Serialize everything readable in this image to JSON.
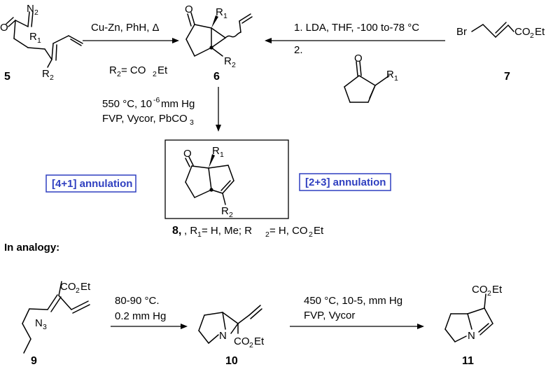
{
  "compounds": {
    "c5": "5",
    "c6": "6",
    "c7": "7",
    "c8": "8,",
    "c9": "9",
    "c10": "10",
    "c11": "11"
  },
  "atoms": {
    "O": "O",
    "N": "N",
    "N2": "N",
    "N2_sub": "2",
    "N3": "N",
    "N3_sub": "3",
    "Br": "Br",
    "R": "R",
    "sub1": "1",
    "sub2": "2",
    "CO2Et_a": "CO",
    "CO2Et_b": "Et",
    "CO2Et_sub": "2"
  },
  "conditions": {
    "step_5_6": "Cu-Zn, PhH, Δ",
    "r2_def_a": "R",
    "r2_def_b": " = CO",
    "r2_def_c": "Et",
    "step_7_6_line1": "1. LDA, THF, -100 to-78 °C",
    "step_7_6_line2": "2.",
    "fvp_line1_a": "550 °C, 10",
    "fvp_line1_exp": "-6",
    "fvp_line1_b": " mm Hg",
    "fvp_line2_a": "FVP, Vycor, PbCO",
    "fvp_line2_sub": "3",
    "step_9_10_line1": "80-90 °C.",
    "step_9_10_line2": "0.2 mm Hg",
    "step_10_11_line1": "450 °C, 10-5, mm Hg",
    "step_10_11_line2": "FVP, Vycor"
  },
  "labels": {
    "annulation_41": "[4+1] annulation",
    "annulation_23": "[2+3] annulation",
    "analogy": "In analogy:",
    "c8_caption_a": ", R",
    "c8_caption_b": " = H, Me; R",
    "c8_caption_c": " = H, CO",
    "c8_caption_d": "Et"
  },
  "colors": {
    "annulation_border": "#2f3fc0",
    "annulation_text": "#2f3fc0"
  }
}
